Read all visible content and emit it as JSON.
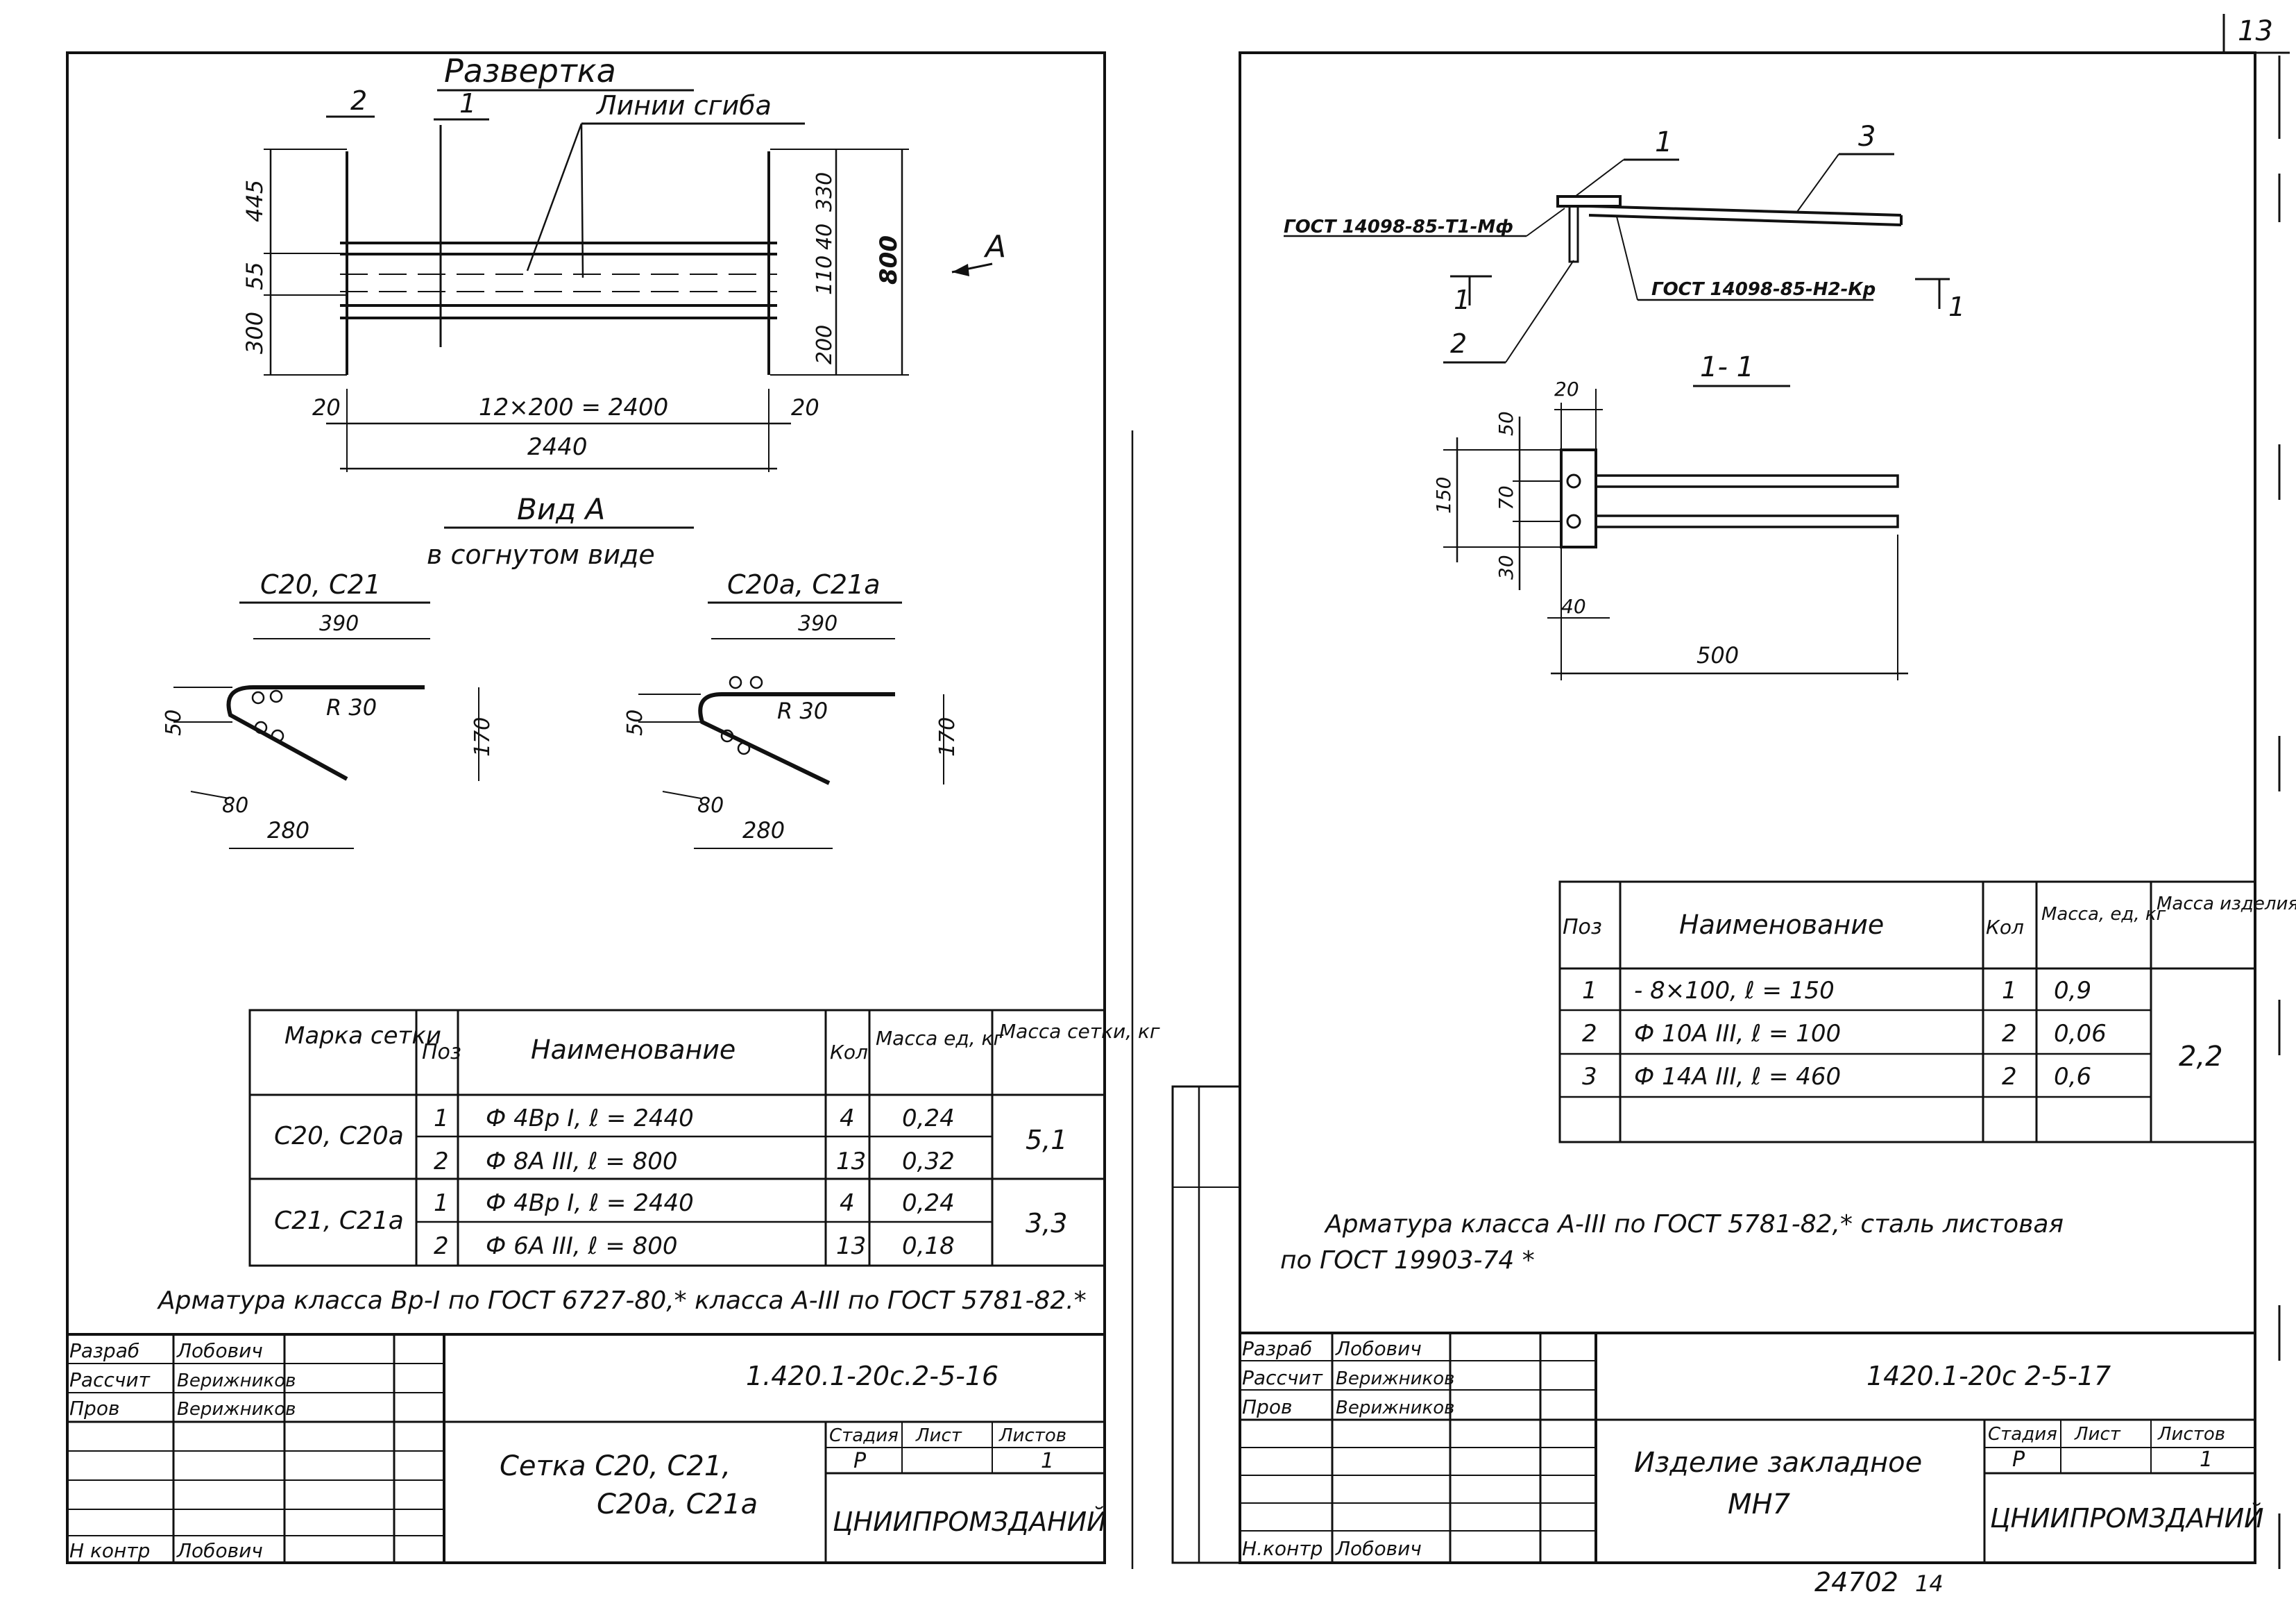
{
  "sheet_number": "13",
  "footer_code": "24702",
  "footer_suffix": "14",
  "left_sheet": {
    "razvertka": {
      "title": "Развертка",
      "callout_1": "1",
      "callout_2": "2",
      "bend_lines": "Линии сгиба",
      "view_arrow": "А",
      "dims": {
        "d445": "445",
        "d55": "55",
        "d300": "300",
        "d330": "330",
        "d40": "40",
        "d110": "110",
        "d200": "200",
        "d800": "800",
        "d20l": "20",
        "d20r": "20",
        "span": "12×200 = 2400",
        "total": "2440"
      }
    },
    "view_a": {
      "title": "Вид А",
      "subtitle": "в согнутом виде",
      "left_label": "С20, С21",
      "right_label": "С20а, С21а",
      "dim_390": "390",
      "dim_50": "50",
      "dim_r30": "R 30",
      "dim_170": "170",
      "dim_280": "280",
      "dim_80": "80"
    },
    "spec_table": {
      "headers": [
        "Марка сетки",
        "Поз",
        "Наименование",
        "Кол",
        "Масса ед, кг",
        "Масса сетки, кг"
      ],
      "groups": [
        {
          "mark": "С20, С20а",
          "mass_total": "5,1",
          "rows": [
            {
              "pos": "1",
              "name": "Ф 4Вр I, ℓ = 2440",
              "qty": "4",
              "mass": "0,24"
            },
            {
              "pos": "2",
              "name": "Ф 8А III, ℓ = 800",
              "qty": "13",
              "mass": "0,32"
            }
          ]
        },
        {
          "mark": "С21, С21а",
          "mass_total": "3,3",
          "rows": [
            {
              "pos": "1",
              "name": "Ф 4Вр I, ℓ = 2440",
              "qty": "4",
              "mass": "0,24"
            },
            {
              "pos": "2",
              "name": "Ф 6А III, ℓ = 800",
              "qty": "13",
              "mass": "0,18"
            }
          ]
        }
      ]
    },
    "note": "Арматура класса Вр-I по ГОСТ 6727-80,* класса А-III по ГОСТ 5781-82.*",
    "title_block": {
      "roles": [
        "Разраб",
        "Рассчит",
        "Пров",
        "",
        "",
        "",
        "Н контр"
      ],
      "names": [
        "Лобович",
        "Верижников",
        "Верижников",
        "",
        "",
        "",
        "Лобович"
      ],
      "code": "1.420.1-20с.2-5-16",
      "title_line1": "Сетка С20, С21,",
      "title_line2": "С20а, С21а",
      "stage_hdr": "Стадия",
      "sheet_hdr": "Лист",
      "sheets_hdr": "Листов",
      "stage": "Р",
      "sheets": "1",
      "org": "ЦНИИПРОМЗДАНИЙ"
    }
  },
  "right_sheet": {
    "drawing": {
      "callout_1": "1",
      "callout_2": "2",
      "callout_3": "3",
      "gost_left": "ГОСТ 14098-85-Т1-Мф",
      "gost_right": "ГОСТ 14098-85-Н2-Кр",
      "cut_left": "1",
      "cut_right": "1",
      "section_title": "1- 1",
      "dim_20": "20",
      "dim_50": "50",
      "dim_150": "150",
      "dim_70": "70",
      "dim_30": "30",
      "dim_40": "40",
      "dim_500": "500"
    },
    "spec_table": {
      "headers": [
        "Поз",
        "Наименование",
        "Кол",
        "Масса, ед, кг",
        "Масса изделия, кг"
      ],
      "rows": [
        {
          "pos": "1",
          "name": "- 8×100, ℓ = 150",
          "qty": "1",
          "mass": "0,9"
        },
        {
          "pos": "2",
          "name": "Ф 10А III, ℓ = 100",
          "qty": "2",
          "mass": "0,06"
        },
        {
          "pos": "3",
          "name": "Ф 14А III, ℓ = 460",
          "qty": "2",
          "mass": "0,6"
        }
      ],
      "mass_total": "2,2"
    },
    "note_line1": "Арматура класса А-III по ГОСТ 5781-82,* сталь листовая",
    "note_line2": "по ГОСТ 19903-74 *",
    "title_block": {
      "roles": [
        "Разраб",
        "Рассчит",
        "Пров",
        "",
        "",
        "",
        "Н.контр"
      ],
      "names": [
        "Лобович",
        "Верижников",
        "Верижников",
        "",
        "",
        "",
        "Лобович"
      ],
      "code": "1420.1-20с 2-5-17",
      "title_line1": "Изделие закладное",
      "title_line2": "МН7",
      "stage_hdr": "Стадия",
      "sheet_hdr": "Лист",
      "sheets_hdr": "Листов",
      "stage": "Р",
      "sheets": "1",
      "org": "ЦНИИПРОМЗДАНИЙ"
    }
  }
}
